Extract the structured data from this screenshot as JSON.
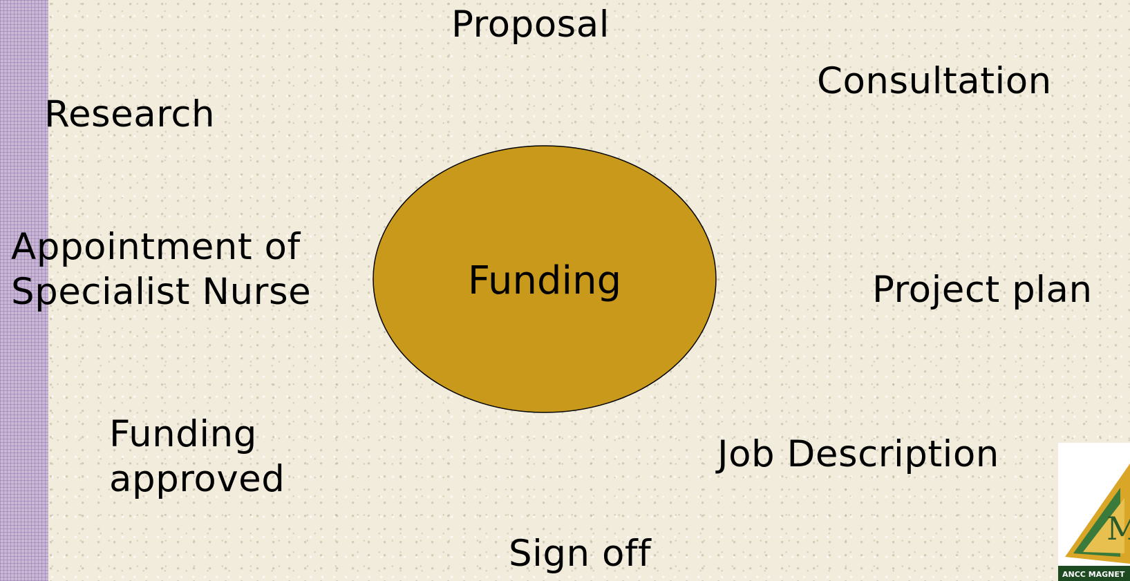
{
  "center": {
    "label": "Funding",
    "fill": "#c8991a"
  },
  "labels": {
    "proposal": "Proposal",
    "consultation": "Consultation",
    "research": "Research",
    "appointment": "Appointment of\nSpecialist Nurse",
    "project_plan": "Project plan",
    "funding_approved": "Funding\napproved",
    "job_description": "Job Description",
    "sign_off": "Sign off"
  },
  "logo": {
    "text": "ANCC MAGNET",
    "letter": "M"
  },
  "colors": {
    "background": "#f1ecdc",
    "left_strip": "#c9b7d6",
    "center_fill": "#c8991a"
  }
}
